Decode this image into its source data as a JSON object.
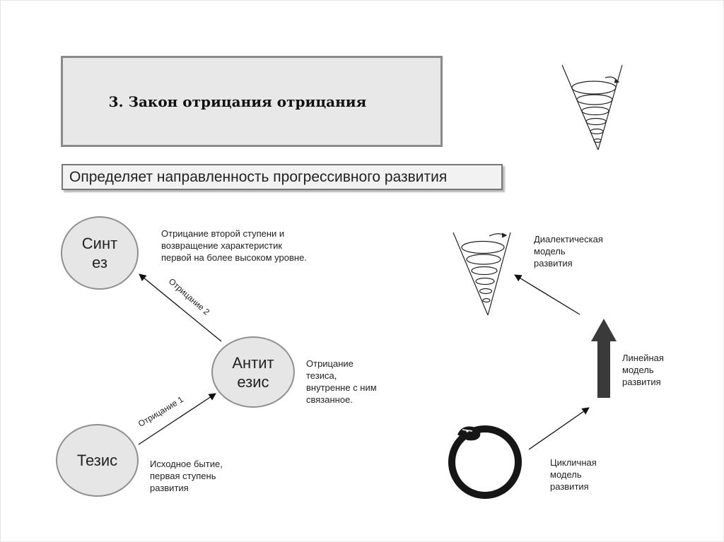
{
  "title": "3. Закон отрицания отрицания",
  "subtitle": "Определяет направленность прогрессивного развития",
  "nodes": {
    "synthesis": "Синт\nез",
    "antithesis": "Антит\nезис",
    "thesis": "Тезис"
  },
  "descriptions": {
    "synthesis": "Отрицание второй ступени и\nвозвращение характеристик\nпервой на более высоком уровне.",
    "antithesis": "Отрицание\nтезиса,\nвнутренне с ним\nсвязанное.",
    "thesis": "Исходное бытие,\nпервая ступень\nразвития"
  },
  "edge_labels": {
    "negation1": "Отрицание 1",
    "negation2": "Отрицание 2"
  },
  "models": {
    "dialectical": "Диалектическая\nмодель\nразвития",
    "linear": "Линейная\nмодель\nразвития",
    "cyclic": "Цикличная\nмодель\nразвития"
  },
  "icons": {
    "spiral": "spiral-cone-icon",
    "arrow": "thick-up-arrow-icon",
    "ouroboros": "ouroboros-icon"
  }
}
